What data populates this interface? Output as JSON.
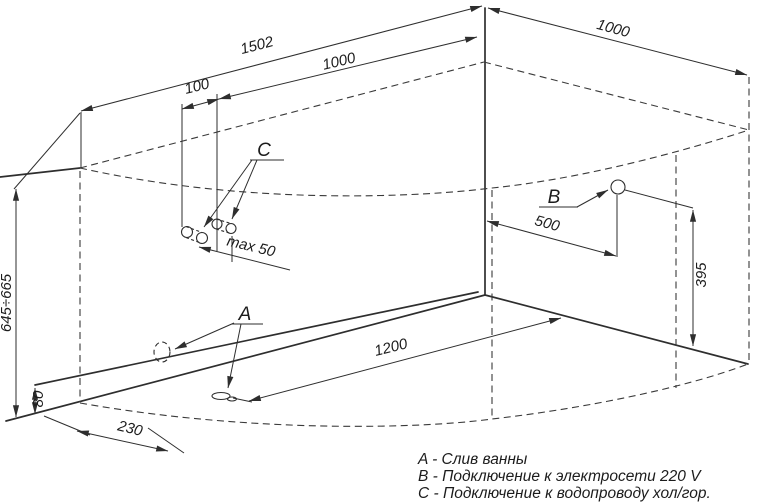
{
  "drawing": {
    "type": "bathtub-installation-diagram",
    "dims": {
      "d1502": "1502",
      "d1000_left": "1000",
      "d100": "100",
      "d1000_right": "1000",
      "dmax50": "max 50",
      "d500": "500",
      "d395": "395",
      "d1200": "1200",
      "d230": "230",
      "d80": "80",
      "d645": "645÷665"
    },
    "point_labels": {
      "a": "A",
      "b": "B",
      "c": "C"
    },
    "legend": {
      "line_a": "A - Слив ванны",
      "line_b": "B - Подключение к электросети 220 V",
      "line_c": "C - Подключение к водопроводу хол/гор."
    },
    "colors": {
      "line": "#2e2e2e",
      "background": "#ffffff"
    }
  }
}
